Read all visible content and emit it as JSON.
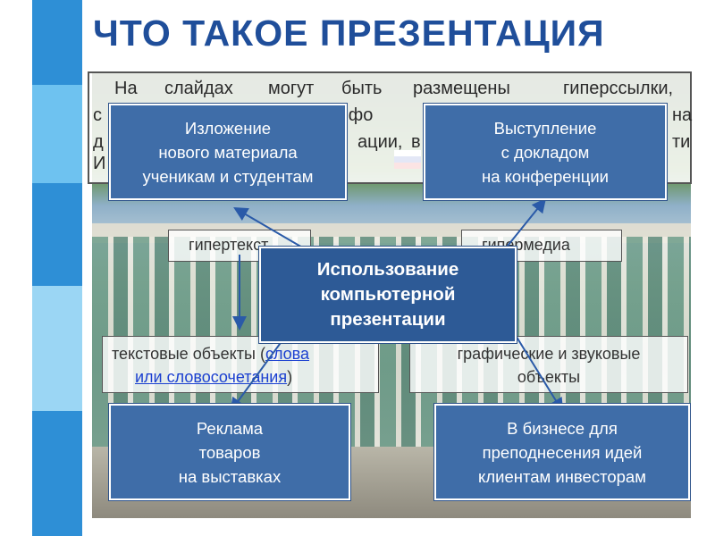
{
  "title": "ЧТО ТАКОЕ ПРЕЗЕНТАЦИЯ",
  "colors": {
    "title": "#1f4e9a",
    "box_fill": "#3f6da8",
    "center_fill": "#2d5a96",
    "side_bar": [
      "#2e8fd6",
      "#6ec2f0",
      "#2e8fd6",
      "#9bd6f4",
      "#2e8fd6"
    ]
  },
  "background_text": {
    "line1_left": "На",
    "line1_mid1": "слайдах",
    "line1_mid2": "могут",
    "line1_mid3": "быть",
    "line1_mid4": "размещены",
    "line1_right": "гиперссылки,",
    "line2_left": "с",
    "line2_mid": "д к инфо",
    "line2_right": "на",
    "line3_left": "д",
    "line3_mid1": "ации,",
    "line3_mid2": "в",
    "line3_right": "ти",
    "line4_left": "И"
  },
  "inner_labels": {
    "hypertext": "гипертекст",
    "hypermedia": "гипермедиа",
    "text_objects_prefix": "текстовые объекты (",
    "text_objects_link1": "слова",
    "text_objects_link2": "или словосочетания",
    "text_objects_suffix": ")",
    "graphic_line1": "графические и звуковые",
    "graphic_line2": "объекты"
  },
  "center_box": [
    "Использование",
    "компьютерной",
    "презентации"
  ],
  "top_left_box": [
    "Изложение",
    "нового материала",
    "ученикам и студентам"
  ],
  "top_right_box": [
    "Выступление",
    "с докладом",
    "на конференции"
  ],
  "bottom_left_box": [
    "Реклама",
    "товаров",
    "на выставках"
  ],
  "bottom_right_box": [
    "В бизнесе для",
    "преподнесения идей",
    "клиентам инвесторам"
  ]
}
